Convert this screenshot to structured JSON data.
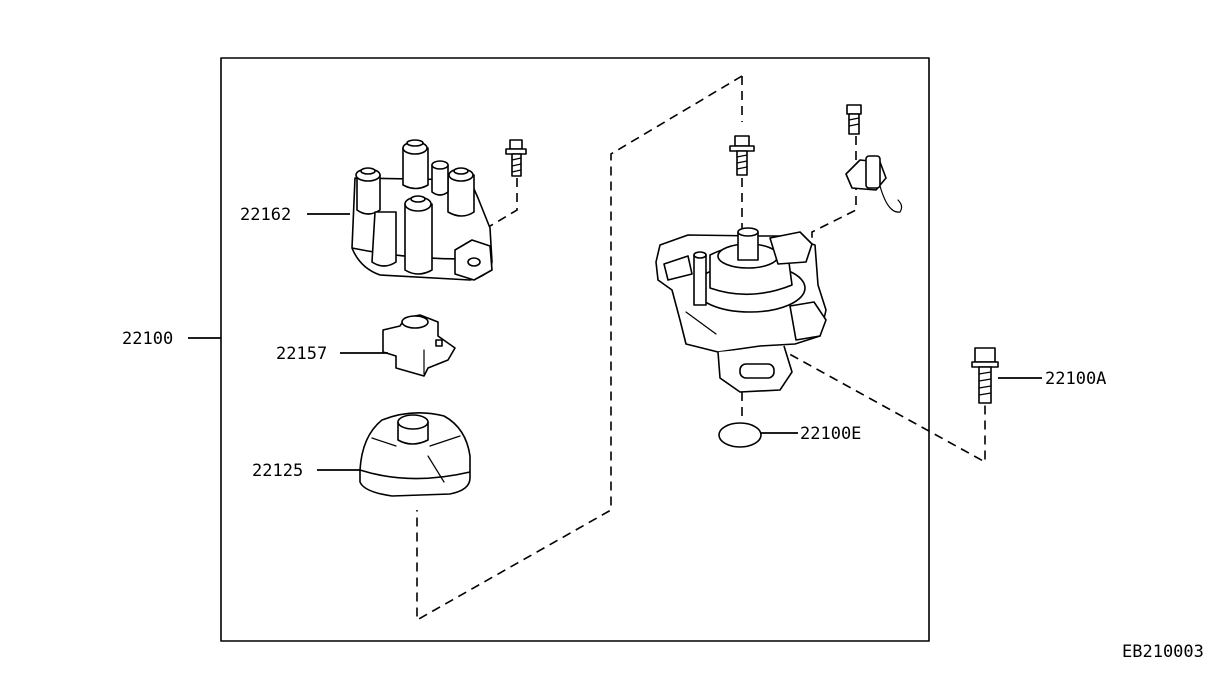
{
  "diagram": {
    "figure_code": "EB210003",
    "callouts": {
      "assembly": "22100",
      "cap": "22162",
      "rotor": "22157",
      "seal_cover": "22125",
      "oring": "22100E",
      "bolt": "22100A"
    }
  }
}
